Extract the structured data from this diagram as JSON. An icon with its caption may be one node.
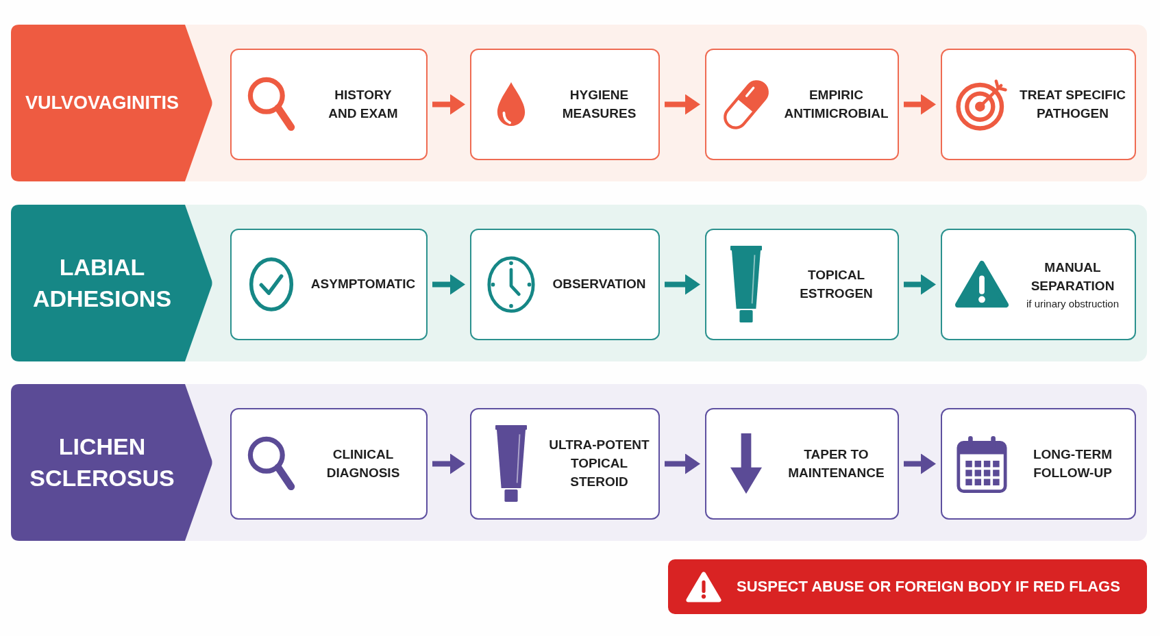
{
  "diagram": {
    "nodes": [
      {
        "text": [
          "VULVOVAGINITIS"
        ]
      },
      {
        "text": [
          "HISTORY AND EXAM"
        ]
      },
      {
        "text": [
          "HYGIENE MEASURES"
        ]
      },
      {
        "text": [
          "EMPIRIC ANTIMICROBIAL"
        ]
      },
      {
        "text": [
          "TREAT SPECIFIC PATHOGEN"
        ]
      },
      {
        "text": [
          "LABIAL ADHESIONS"
        ]
      },
      {
        "text": [
          "ASYMPTOMATIC"
        ]
      },
      {
        "text": [
          "OBSERVATION"
        ]
      },
      {
        "text": [
          "TOPICAL ESTROGEN"
        ]
      },
      {
        "text": [
          "MANUAL SEPARATION",
          "if urinary obstruction"
        ]
      },
      {
        "text": [
          "LICHEN SCLEROSUS"
        ]
      },
      {
        "text": [
          "CLINICAL DIAGNOSIS"
        ]
      },
      {
        "text": [
          "ULTRA-POTENT TOPICAL STEROID"
        ]
      },
      {
        "text": [
          "TAPER TO MAINTENANCE"
        ]
      },
      {
        "text": [
          "LONG-TERM FOLLOW-UP"
        ]
      },
      {
        "text": [
          "SUSPECT ABUSE OR FOREIGN BODY IF RED FLAGS"
        ]
      }
    ],
    "edges": [
      {
        "from": 1,
        "to": 2,
        "arrow": "to",
        "color": "#ee5b41"
      },
      {
        "from": 2,
        "to": 3,
        "arrow": "to",
        "color": "#ee5b41"
      },
      {
        "from": 3,
        "to": 4,
        "arrow": "to",
        "color": "#ee5b41"
      },
      {
        "from": 6,
        "to": 7,
        "arrow": "to",
        "color": "#168786"
      },
      {
        "from": 7,
        "to": 8,
        "arrow": "to",
        "color": "#168786"
      },
      {
        "from": 8,
        "to": 9,
        "arrow": "to",
        "color": "#168786"
      },
      {
        "from": 11,
        "to": 12,
        "arrow": "to",
        "color": "#5b4b96"
      },
      {
        "from": 12,
        "to": 13,
        "arrow": "to",
        "color": "#5b4b96"
      },
      {
        "from": 13,
        "to": 14,
        "arrow": "to",
        "color": "#5b4b96"
      }
    ]
  }
}
